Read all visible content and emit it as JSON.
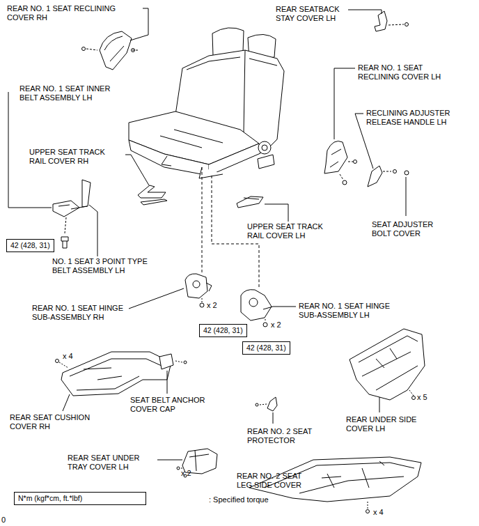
{
  "diagram": {
    "nodes": [
      {
        "text": [
          "42 (428, 31)"
        ]
      },
      {
        "text": [
          "42 (428, 31)"
        ]
      },
      {
        "text": [
          "42 (428, 31)"
        ]
      },
      {
        "text": [
          "N*m (kgf*cm, ft.*lbf)",
          ": Specified torque"
        ]
      }
    ],
    "labels": [
      "REAR NO. 1 SEAT RECLINING COVER RH",
      "REAR SEATBACK STAY COVER LH",
      "REAR NO. 1 SEAT INNER BELT ASSEMBLY LH",
      "REAR NO. 1 SEAT RECLINING COVER LH",
      "RECLINING ADJUSTER RELEASE HANDLE LH",
      "UPPER SEAT TRACK RAIL COVER RH",
      "UPPER SEAT TRACK RAIL COVER LH",
      "SEAT ADJUSTER BOLT COVER",
      "NO. 1 SEAT 3 POINT TYPE BELT ASSEMBLY LH",
      "REAR NO. 1 SEAT HINGE SUB-ASSEMBLY RH",
      "x 2",
      "REAR NO. 1 SEAT HINGE SUB-ASSEMBLY LH",
      "x 2",
      "x 4",
      "SEAT BELT ANCHOR COVER CAP",
      "REAR SEAT CUSHION COVER RH",
      "x 5",
      "REAR UNDER SIDE COVER LH",
      "REAR NO. 2 SEAT PROTECTOR",
      "REAR SEAT UNDER TRAY COVER LH",
      "x 2",
      "REAR NO. 2 SEAT LEG SIDE COVER",
      "x 4",
      "0"
    ]
  }
}
